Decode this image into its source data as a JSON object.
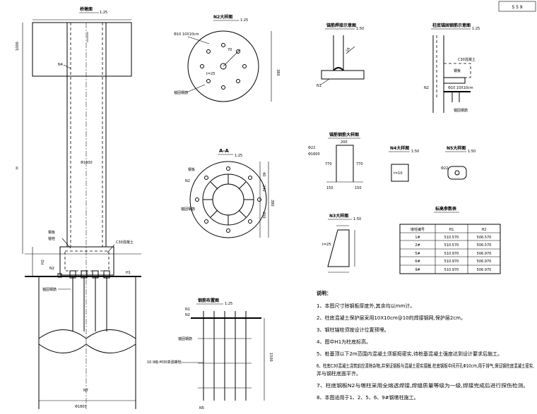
{
  "titles": {
    "pile_top": "桥墩面",
    "n2_detail": "N2大样图",
    "a_a": "A-A",
    "rebar_layout": "钢筋布置图",
    "anchor_weld": "锚筋焊接示意图",
    "pier_bottom": "柱底锚固钢筋示意图",
    "anchor_bar_detail": "锚筋钢筋大样图",
    "n4_detail": "N4大样图",
    "n5_detail": "N5大样图",
    "n3_detail": "N3大样图",
    "elev_table": "标高参数表",
    "notes_title": "说明："
  },
  "scale": "1:25",
  "scale_50": "1:50",
  "stamp": "S 5 9",
  "labels": {
    "dim_top": "1:25",
    "n4": "N4",
    "n2": "N2",
    "n1": "N1",
    "h1": "H1",
    "h2": "H2",
    "c30": "C30混凝土",
    "steel_plate": "钢板",
    "anchor": "锚固钢筋",
    "d1800": "Φ1800",
    "d1600": "Φ1600",
    "t25": "t=25",
    "t10": "t=10",
    "dim_380": "380",
    "dim_240": "240",
    "dim_200": "200",
    "dim_770": "770",
    "dim_150": "150",
    "dim_1500": "1500",
    "n5_rebar": "N5",
    "rebar_note": "10.9级-M30高强螺栓",
    "sub_bolt": "锚栓",
    "plate_mark": "Φ10 10X10cm",
    "d22": "Φ22",
    "pile_dim": "Φ1800"
  },
  "table": {
    "headers": [
      "墩柱编号",
      "H1",
      "H2"
    ],
    "rows": [
      [
        "1#",
        "510.570",
        "506.570"
      ],
      [
        "2#",
        "510.570",
        "506.570"
      ],
      [
        "5#",
        "510.970",
        "506.970"
      ],
      [
        "6#",
        "510.970",
        "506.970"
      ],
      [
        "9#",
        "510.970",
        "506.970"
      ]
    ]
  },
  "notes": [
    "1、本图尺寸除钢板厚度外,其余均以mm计。",
    "2、柱底混凝土保护层采用10X10cm@10的焊接钢网,保护层2cm。",
    "3、钢柱锚栓须按设计位置预埋。",
    "4、图中H1为柱底标高。",
    "5、桩基顶以下2m范围内混凝土须振捣密实,待桩基混凝土强度达到设计要求后施工。",
    "6、柱底C30混凝土浇筑前应清除杂物,并保证钢板与混凝土密实接触,柱底钢板中间开孔Φ10cm,用于排气,保证钢柱底混凝土密实,",
    "   并与钢柱底面平齐。",
    "7、柱底钢板N2与墩柱采用全熔透焊接,焊缝质量等级为一级,焊接完成后进行探伤检测。",
    "8、本图适用于1、2、5、6、9#钢墩柱施工。"
  ]
}
